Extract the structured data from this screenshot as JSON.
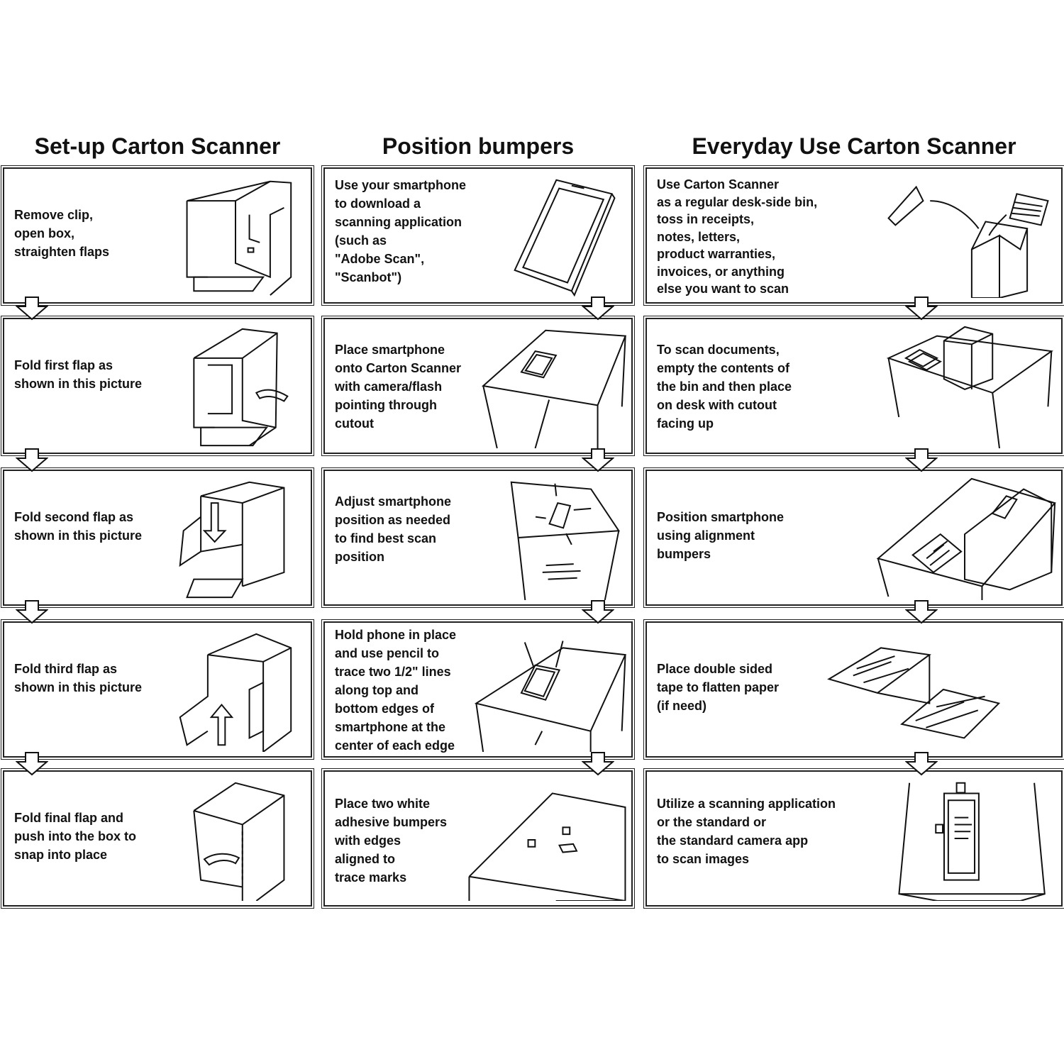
{
  "columns": [
    {
      "title": "Set-up Carton Scanner",
      "steps": [
        {
          "text": "Remove clip,\nopen box,\nstraighten flaps",
          "illustration": "open-box-icon"
        },
        {
          "text": "Fold first flap as\nshown in this picture",
          "illustration": "fold-first-flap-icon"
        },
        {
          "text": "Fold second flap as\nshown in this picture",
          "illustration": "fold-second-flap-icon"
        },
        {
          "text": "Fold third flap as\nshown in this picture",
          "illustration": "fold-third-flap-icon"
        },
        {
          "text": "Fold final flap and\npush into the box to\nsnap into place",
          "illustration": "snap-flap-icon"
        }
      ]
    },
    {
      "title": "Position bumpers",
      "steps": [
        {
          "text": "Use your smartphone\nto download a\nscanning application\n(such as\n\"Adobe Scan\",\n\"Scanbot\")",
          "illustration": "smartphone-icon"
        },
        {
          "text": "Place smartphone\nonto Carton Scanner\nwith camera/flash\npointing through\ncutout",
          "illustration": "phone-on-box-icon"
        },
        {
          "text": "Adjust smartphone\nposition as needed\nto find best scan\nposition",
          "illustration": "adjust-phone-icon"
        },
        {
          "text": "Hold phone in place\nand use pencil to\ntrace two 1/2\" lines\nalong top and\nbottom edges of\nsmartphone at the\ncenter of each edge",
          "illustration": "trace-pencil-icon"
        },
        {
          "text": "Place two white\nadhesive bumpers\nwith edges\naligned to\ntrace marks",
          "illustration": "bumpers-icon"
        }
      ]
    },
    {
      "title": "Everyday Use Carton Scanner",
      "steps": [
        {
          "text": "Use Carton Scanner\nas a regular desk-side bin,\ntoss in receipts,\nnotes, letters,\nproduct warranties,\ninvoices, or anything\nelse you want to scan",
          "illustration": "bin-icon"
        },
        {
          "text": "To scan documents,\nempty the contents of\nthe bin and then place\non desk with cutout\nfacing up",
          "illustration": "box-on-desk-icon"
        },
        {
          "text": "Position smartphone\nusing alignment\nbumpers",
          "illustration": "align-phone-icon"
        },
        {
          "text": "Place double sided\ntape to flatten paper\n(if need)",
          "illustration": "flatten-paper-icon"
        },
        {
          "text": "Utilize a scanning application\nor the standard or\nthe standard camera app\nto scan images",
          "illustration": "scan-app-icon"
        }
      ]
    }
  ]
}
